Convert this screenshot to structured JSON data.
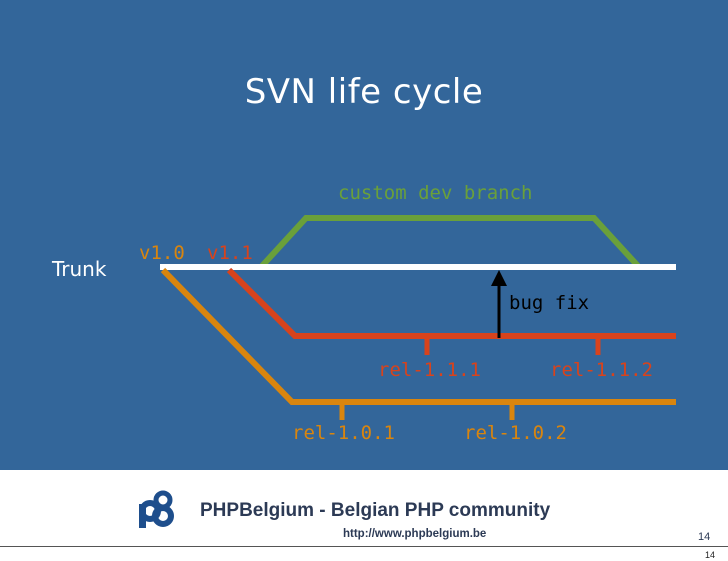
{
  "slide": {
    "title": "SVN life cycle",
    "trunk_label": "Trunk",
    "tags": {
      "v1_0": "v1.0",
      "v1_1": "v1.1"
    },
    "branch_labels": {
      "custom_dev": "custom dev branch",
      "bug_fix": "bug fix",
      "rel_1_1_1": "rel-1.1.1",
      "rel_1_1_2": "rel-1.1.2",
      "rel_1_0_1": "rel-1.0.1",
      "rel_1_0_2": "rel-1.0.2"
    },
    "colors": {
      "background": "#33669a",
      "trunk": "#ffffff",
      "custom_branch": "#6aa03a",
      "branch_1_1": "#d8431c",
      "branch_1_0": "#d9850e",
      "bug_fix_arrow": "#000000"
    }
  },
  "footer": {
    "community_title": "PHPBelgium - Belgian PHP community",
    "community_url": "http://www.phpbelgium.be",
    "slide_number": "14",
    "page_number": "14"
  }
}
